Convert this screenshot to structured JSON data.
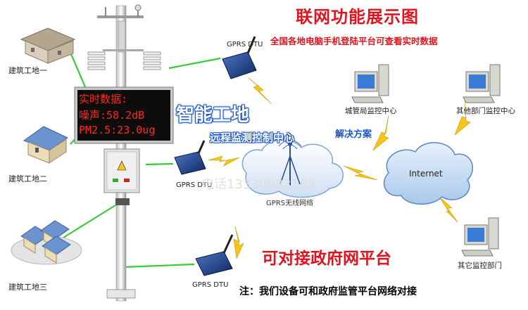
{
  "title": "联网功能展示图",
  "subtitle": "全国各地电脑手机登陆平台可查看实时数据",
  "sites": [
    "建筑工地一",
    "建筑工地二",
    "建筑工地三"
  ],
  "dtu_label": "GPRS DTU",
  "led": {
    "line1": "实时数据:",
    "line2": "噪声:58.2dB",
    "line3": "PM2.5:23.0ug"
  },
  "center": {
    "line1": "智能工地",
    "line2": "远程监测控制中心"
  },
  "solution": "解决方案",
  "gprs_network": "GPRS无线网络",
  "internet": "Internet",
  "pcs": [
    "城管局监控中心",
    "其他部门监控中心",
    "其它监控部门"
  ],
  "government": "可对接政府网平台",
  "note": "注：我们设备可和政府监管平台网络对接",
  "watermark_phone": "电话13330983185",
  "colors": {
    "accent_red": "#e0141e",
    "link_green": "#33cc33",
    "brand_blue": "#1a56c8",
    "lightning": "#f5c518"
  }
}
